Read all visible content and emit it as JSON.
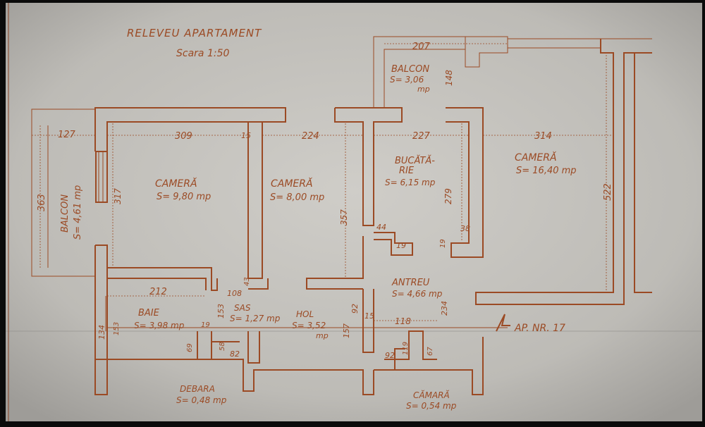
{
  "title": "RELEVEU APARTAMENT",
  "scale": "Scara 1:50",
  "apartment": "AP. NR. 17",
  "rooms": {
    "balcony_left": {
      "name": "BALCON",
      "area": "S= 4,61 mp"
    },
    "room1": {
      "name": "CAMERĂ",
      "area": "S= 9,80 mp"
    },
    "room2": {
      "name": "CAMERĂ",
      "area": "S= 8,00 mp"
    },
    "balcony_top": {
      "name": "BALCON",
      "area": "S= 3,06",
      "unit": "mp"
    },
    "kitchen": {
      "name_1": "BUCĂTĂ-",
      "name_2": "RIE",
      "area": "S= 6,15 mp"
    },
    "room3": {
      "name": "CAMERĂ",
      "area": "S= 16,40 mp"
    },
    "antreu": {
      "name": "ANTREU",
      "area": "S= 4,66 mp"
    },
    "baie": {
      "name": "BAIE",
      "area": "S= 3,98 mp"
    },
    "sas": {
      "name": "SAS",
      "area": "S= 1,27 mp"
    },
    "hol": {
      "name": "HOL",
      "area": "S= 3,52",
      "unit": "mp"
    },
    "debara": {
      "name": "DEBARA",
      "area": "S= 0,48 mp"
    },
    "camara": {
      "name": "CĂMARĂ",
      "area": "S= 0,54 mp"
    }
  },
  "dimensions": {
    "d127": "127",
    "d309": "309",
    "d15": "15",
    "d224": "224",
    "d227": "227",
    "d314": "314",
    "d207": "207",
    "d148": "148",
    "d363": "363",
    "d317": "317",
    "d357": "357",
    "d279": "279",
    "d522": "522",
    "d44": "44",
    "d19": "19",
    "d38": "38",
    "d19b": "19",
    "d212": "212",
    "d43": "43",
    "d108": "108",
    "d153": "153",
    "d134": "134",
    "d157": "157",
    "d92": "92",
    "d15b": "15",
    "d118": "118",
    "d234": "234",
    "d19c": "19",
    "d58": "58",
    "d82": "82",
    "d69": "69",
    "d92b": "92",
    "d119": "119",
    "d67": "67",
    "d153b": "153"
  },
  "colors": {
    "ink": "#9b4a24",
    "paper": "#c9c7c2",
    "paper_dark": "#a8a6a2"
  }
}
